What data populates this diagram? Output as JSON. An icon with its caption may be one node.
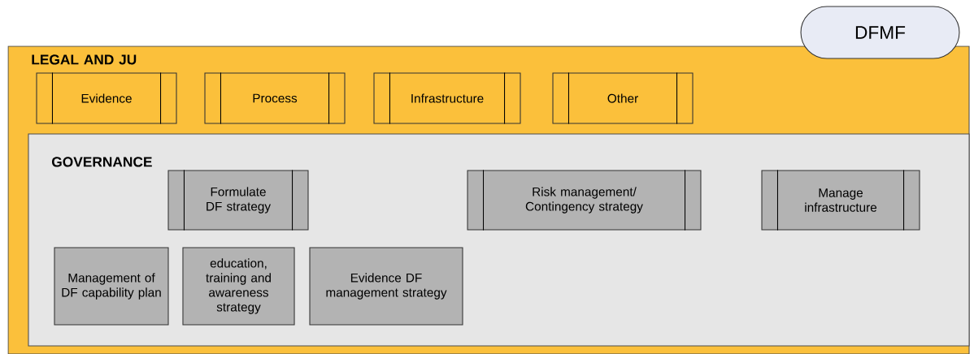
{
  "diagram": {
    "nodes": [
      {
        "text": [
          "LEGAL AND JU"
        ]
      },
      {
        "text": [
          "DFMF"
        ]
      },
      {
        "text": [
          "Evidence"
        ],
        "in": 0
      },
      {
        "text": [
          "Process"
        ],
        "in": 0
      },
      {
        "text": [
          "Infrastructure"
        ],
        "in": 0
      },
      {
        "text": [
          "Other"
        ],
        "in": 0
      },
      {
        "text": [
          "GOVERNANCE"
        ],
        "in": 0
      },
      {
        "text": [
          "Formulate DF strategy"
        ],
        "in": 6
      },
      {
        "text": [
          "Risk management/ Contingency strategy"
        ],
        "in": 6
      },
      {
        "text": [
          "Manage infrastructure"
        ],
        "in": 6
      },
      {
        "text": [
          "Management of DF capability plan"
        ],
        "in": 6
      },
      {
        "text": [
          "education, training and awareness strategy"
        ],
        "in": 6
      },
      {
        "text": [
          "Evidence DF management strategy"
        ],
        "in": 6
      }
    ],
    "edges": []
  }
}
